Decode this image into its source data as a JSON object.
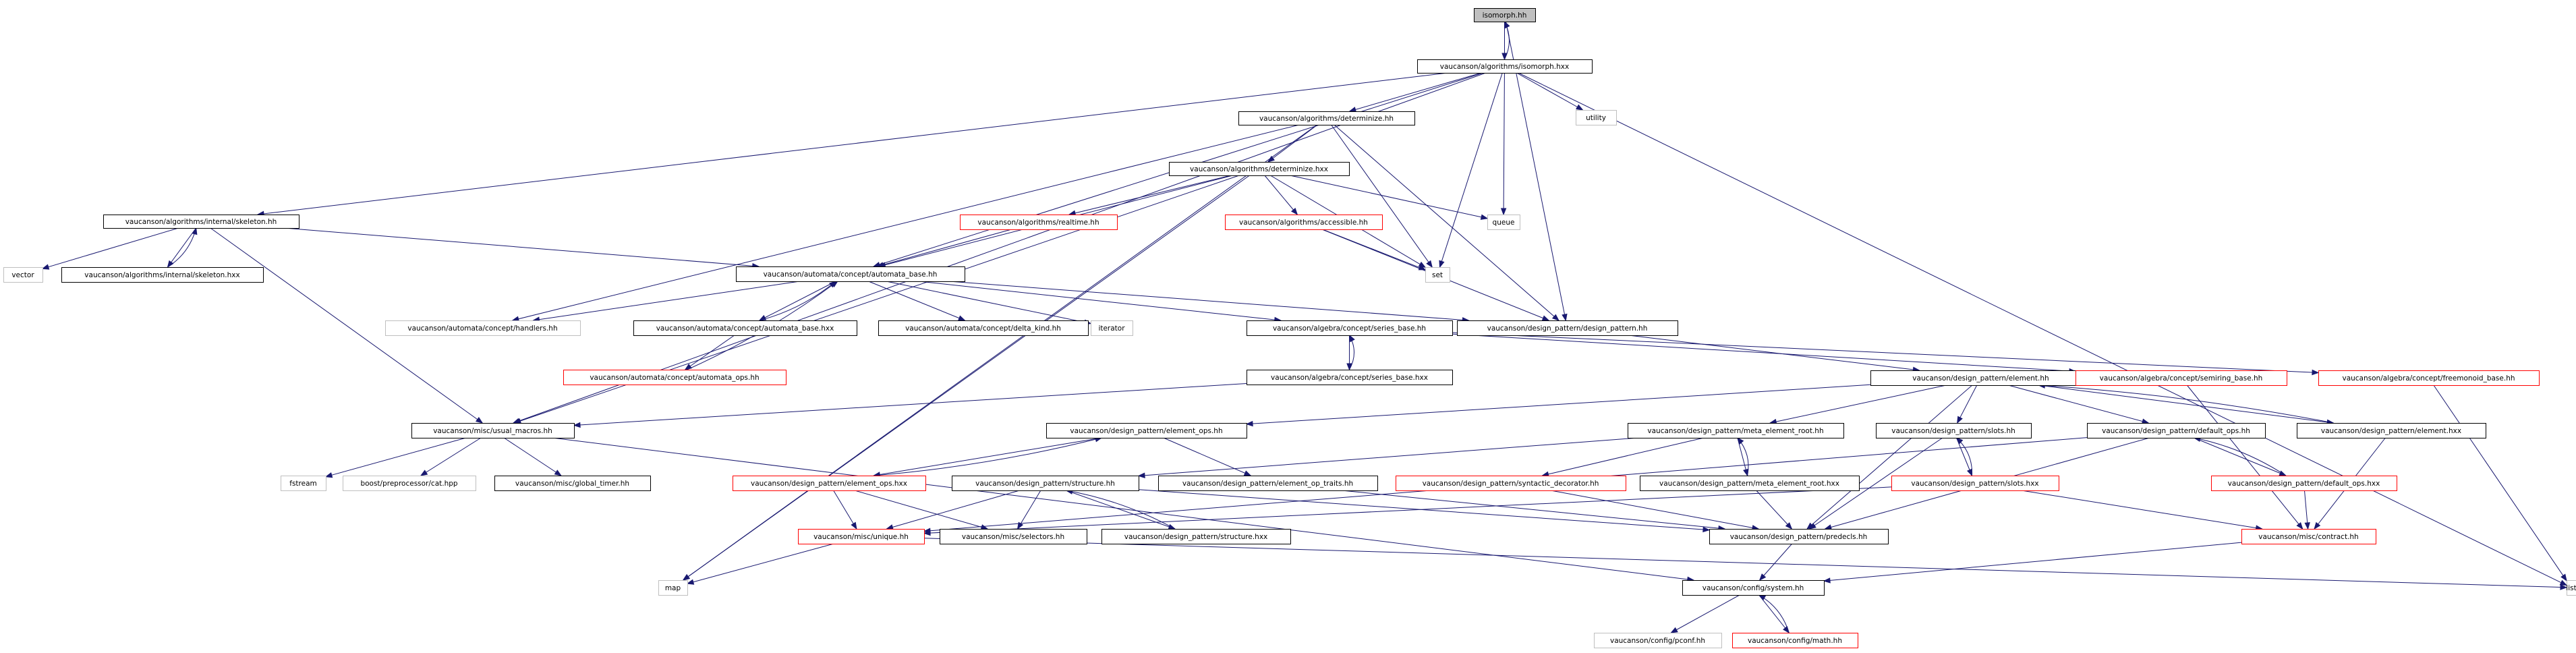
{
  "colors": {
    "edge": "#191970",
    "node_border": "#000000",
    "missing_border": "#bfbfbf",
    "error_border": "#ff0000",
    "root_fill": "#bfbfbf",
    "text": "#000000"
  },
  "nodes": [
    {
      "id": "n_isomorph_hh",
      "label": "isomorph.hh",
      "kind": "root"
    },
    {
      "id": "n_isomorph_hxx",
      "label": "vaucanson/algorithms/isomorph.hxx",
      "kind": "normal"
    },
    {
      "id": "n_utility",
      "label": "utility",
      "kind": "missing"
    },
    {
      "id": "n_determinize_hh",
      "label": "vaucanson/algorithms/determinize.hh",
      "kind": "normal"
    },
    {
      "id": "n_determinize_hxx",
      "label": "vaucanson/algorithms/determinize.hxx",
      "kind": "normal"
    },
    {
      "id": "n_queue",
      "label": "queue",
      "kind": "missing"
    },
    {
      "id": "n_realtime",
      "label": "vaucanson/algorithms/realtime.hh",
      "kind": "error"
    },
    {
      "id": "n_accessible",
      "label": "vaucanson/algorithms/accessible.hh",
      "kind": "error"
    },
    {
      "id": "n_set",
      "label": "set",
      "kind": "missing"
    },
    {
      "id": "n_skeleton_hh",
      "label": "vaucanson/algorithms/internal/skeleton.hh",
      "kind": "normal"
    },
    {
      "id": "n_skeleton_hxx",
      "label": "vaucanson/algorithms/internal/skeleton.hxx",
      "kind": "normal"
    },
    {
      "id": "n_vector",
      "label": "vector",
      "kind": "missing"
    },
    {
      "id": "n_automata_base_hh",
      "label": "vaucanson/automata/concept/automata_base.hh",
      "kind": "normal"
    },
    {
      "id": "n_handlers",
      "label": "vaucanson/automata/concept/handlers.hh",
      "kind": "missing"
    },
    {
      "id": "n_automata_base_hxx",
      "label": "vaucanson/automata/concept/automata_base.hxx",
      "kind": "normal"
    },
    {
      "id": "n_delta_kind",
      "label": "vaucanson/automata/concept/delta_kind.hh",
      "kind": "normal"
    },
    {
      "id": "n_iterator",
      "label": "iterator",
      "kind": "missing"
    },
    {
      "id": "n_automata_ops",
      "label": "vaucanson/automata/concept/automata_ops.hh",
      "kind": "error"
    },
    {
      "id": "n_series_base_hh",
      "label": "vaucanson/algebra/concept/series_base.hh",
      "kind": "normal"
    },
    {
      "id": "n_series_base_hxx",
      "label": "vaucanson/algebra/concept/series_base.hxx",
      "kind": "normal"
    },
    {
      "id": "n_design_pattern_hh",
      "label": "vaucanson/design_pattern/design_pattern.hh",
      "kind": "normal"
    },
    {
      "id": "n_element_hh",
      "label": "vaucanson/design_pattern/element.hh",
      "kind": "normal"
    },
    {
      "id": "n_semiring_base",
      "label": "vaucanson/algebra/concept/semiring_base.hh",
      "kind": "error"
    },
    {
      "id": "n_freemonoid_base",
      "label": "vaucanson/algebra/concept/freemonoid_base.hh",
      "kind": "error"
    },
    {
      "id": "n_usual_macros",
      "label": "vaucanson/misc/usual_macros.hh",
      "kind": "normal"
    },
    {
      "id": "n_fstream",
      "label": "fstream",
      "kind": "missing"
    },
    {
      "id": "n_boost_cat",
      "label": "boost/preprocessor/cat.hpp",
      "kind": "missing"
    },
    {
      "id": "n_global_timer",
      "label": "vaucanson/misc/global_timer.hh",
      "kind": "normal"
    },
    {
      "id": "n_element_ops_hh",
      "label": "vaucanson/design_pattern/element_ops.hh",
      "kind": "normal"
    },
    {
      "id": "n_element_ops_hxx",
      "label": "vaucanson/design_pattern/element_ops.hxx",
      "kind": "error"
    },
    {
      "id": "n_structure_hh",
      "label": "vaucanson/design_pattern/structure.hh",
      "kind": "normal"
    },
    {
      "id": "n_element_op_traits",
      "label": "vaucanson/design_pattern/element_op_traits.hh",
      "kind": "normal"
    },
    {
      "id": "n_unique_hh",
      "label": "vaucanson/misc/unique.hh",
      "kind": "error"
    },
    {
      "id": "n_selectors",
      "label": "vaucanson/misc/selectors.hh",
      "kind": "normal"
    },
    {
      "id": "n_structure_hxx",
      "label": "vaucanson/design_pattern/structure.hxx",
      "kind": "normal"
    },
    {
      "id": "n_map",
      "label": "map",
      "kind": "missing"
    },
    {
      "id": "n_meta_element_root_hh",
      "label": "vaucanson/design_pattern/meta_element_root.hh",
      "kind": "normal"
    },
    {
      "id": "n_syntactic_decorator",
      "label": "vaucanson/design_pattern/syntactic_decorator.hh",
      "kind": "error"
    },
    {
      "id": "n_meta_element_root_hxx",
      "label": "vaucanson/design_pattern/meta_element_root.hxx",
      "kind": "normal"
    },
    {
      "id": "n_slots_hh",
      "label": "vaucanson/design_pattern/slots.hh",
      "kind": "normal"
    },
    {
      "id": "n_slots_hxx",
      "label": "vaucanson/design_pattern/slots.hxx",
      "kind": "error"
    },
    {
      "id": "n_default_ops_hh",
      "label": "vaucanson/design_pattern/default_ops.hh",
      "kind": "normal"
    },
    {
      "id": "n_element_hxx",
      "label": "vaucanson/design_pattern/element.hxx",
      "kind": "normal"
    },
    {
      "id": "n_default_ops_hxx",
      "label": "vaucanson/design_pattern/default_ops.hxx",
      "kind": "error"
    },
    {
      "id": "n_contract",
      "label": "vaucanson/misc/contract.hh",
      "kind": "error"
    },
    {
      "id": "n_predecls",
      "label": "vaucanson/design_pattern/predecls.hh",
      "kind": "normal"
    },
    {
      "id": "n_system_hh",
      "label": "vaucanson/config/system.hh",
      "kind": "normal"
    },
    {
      "id": "n_pconf",
      "label": "vaucanson/config/pconf.hh",
      "kind": "missing"
    },
    {
      "id": "n_math",
      "label": "vaucanson/config/math.hh",
      "kind": "error"
    },
    {
      "id": "n_list",
      "label": "list",
      "kind": "missing"
    }
  ],
  "edges": [
    [
      "n_isomorph_hh",
      "n_isomorph_hxx"
    ],
    [
      "n_isomorph_hh",
      "n_design_pattern_hh"
    ],
    [
      "n_isomorph_hxx",
      "n_isomorph_hh"
    ],
    [
      "n_isomorph_hxx",
      "n_utility"
    ],
    [
      "n_isomorph_hxx",
      "n_determinize_hh"
    ],
    [
      "n_isomorph_hxx",
      "n_queue"
    ],
    [
      "n_isomorph_hxx",
      "n_set"
    ],
    [
      "n_isomorph_hxx",
      "n_skeleton_hh"
    ],
    [
      "n_isomorph_hxx",
      "n_automata_base_hh"
    ],
    [
      "n_isomorph_hxx",
      "n_usual_macros"
    ],
    [
      "n_isomorph_hxx",
      "n_list"
    ],
    [
      "n_determinize_hh",
      "n_determinize_hxx"
    ],
    [
      "n_determinize_hh",
      "n_handlers"
    ],
    [
      "n_determinize_hh",
      "n_design_pattern_hh"
    ],
    [
      "n_determinize_hh",
      "n_set"
    ],
    [
      "n_determinize_hh",
      "n_map"
    ],
    [
      "n_determinize_hxx",
      "n_queue"
    ],
    [
      "n_determinize_hxx",
      "n_set"
    ],
    [
      "n_determinize_hxx",
      "n_realtime"
    ],
    [
      "n_determinize_hxx",
      "n_accessible"
    ],
    [
      "n_determinize_hxx",
      "n_automata_base_hh"
    ],
    [
      "n_determinize_hxx",
      "n_usual_macros"
    ],
    [
      "n_determinize_hxx",
      "n_map"
    ],
    [
      "n_realtime",
      "n_automata_base_hh"
    ],
    [
      "n_accessible",
      "n_set"
    ],
    [
      "n_accessible",
      "n_design_pattern_hh"
    ],
    [
      "n_skeleton_hh",
      "n_vector"
    ],
    [
      "n_skeleton_hh",
      "n_skeleton_hxx"
    ],
    [
      "n_skeleton_hh",
      "n_automata_base_hh"
    ],
    [
      "n_skeleton_hh",
      "n_usual_macros"
    ],
    [
      "n_skeleton_hxx",
      "n_skeleton_hh"
    ],
    [
      "n_automata_base_hh",
      "n_handlers"
    ],
    [
      "n_automata_base_hh",
      "n_automata_base_hxx"
    ],
    [
      "n_automata_base_hh",
      "n_delta_kind"
    ],
    [
      "n_automata_base_hh",
      "n_iterator"
    ],
    [
      "n_automata_base_hh",
      "n_series_base_hh"
    ],
    [
      "n_automata_base_hh",
      "n_design_pattern_hh"
    ],
    [
      "n_automata_base_hxx",
      "n_automata_base_hh"
    ],
    [
      "n_automata_base_hxx",
      "n_automata_ops"
    ],
    [
      "n_automata_ops",
      "n_automata_base_hh"
    ],
    [
      "n_series_base_hh",
      "n_series_base_hxx"
    ],
    [
      "n_series_base_hh",
      "n_semiring_base"
    ],
    [
      "n_series_base_hh",
      "n_freemonoid_base"
    ],
    [
      "n_series_base_hxx",
      "n_series_base_hh"
    ],
    [
      "n_series_base_hxx",
      "n_usual_macros"
    ],
    [
      "n_design_pattern_hh",
      "n_element_hh"
    ],
    [
      "n_element_hh",
      "n_element_ops_hh"
    ],
    [
      "n_element_hh",
      "n_meta_element_root_hh"
    ],
    [
      "n_element_hh",
      "n_slots_hh"
    ],
    [
      "n_element_hh",
      "n_default_ops_hh"
    ],
    [
      "n_element_hh",
      "n_element_hxx"
    ],
    [
      "n_element_hh",
      "n_predecls"
    ],
    [
      "n_usual_macros",
      "n_fstream"
    ],
    [
      "n_usual_macros",
      "n_boost_cat"
    ],
    [
      "n_usual_macros",
      "n_global_timer"
    ],
    [
      "n_usual_macros",
      "n_system_hh"
    ],
    [
      "n_element_ops_hh",
      "n_element_ops_hxx"
    ],
    [
      "n_element_ops_hh",
      "n_element_op_traits"
    ],
    [
      "n_element_ops_hxx",
      "n_element_ops_hh"
    ],
    [
      "n_element_ops_hxx",
      "n_unique_hh"
    ],
    [
      "n_element_ops_hxx",
      "n_selectors"
    ],
    [
      "n_structure_hh",
      "n_unique_hh"
    ],
    [
      "n_structure_hh",
      "n_selectors"
    ],
    [
      "n_structure_hh",
      "n_structure_hxx"
    ],
    [
      "n_structure_hh",
      "n_predecls"
    ],
    [
      "n_structure_hxx",
      "n_structure_hh"
    ],
    [
      "n_element_op_traits",
      "n_predecls"
    ],
    [
      "n_unique_hh",
      "n_map"
    ],
    [
      "n_meta_element_root_hh",
      "n_structure_hh"
    ],
    [
      "n_meta_element_root_hh",
      "n_syntactic_decorator"
    ],
    [
      "n_meta_element_root_hh",
      "n_meta_element_root_hxx"
    ],
    [
      "n_meta_element_root_hxx",
      "n_meta_element_root_hh"
    ],
    [
      "n_meta_element_root_hxx",
      "n_predecls"
    ],
    [
      "n_syntactic_decorator",
      "n_predecls"
    ],
    [
      "n_slots_hh",
      "n_slots_hxx"
    ],
    [
      "n_slots_hh",
      "n_predecls"
    ],
    [
      "n_slots_hxx",
      "n_slots_hh"
    ],
    [
      "n_slots_hxx",
      "n_unique_hh"
    ],
    [
      "n_slots_hxx",
      "n_contract"
    ],
    [
      "n_default_ops_hh",
      "n_default_ops_hxx"
    ],
    [
      "n_default_ops_hh",
      "n_predecls"
    ],
    [
      "n_default_ops_hh",
      "n_unique_hh"
    ],
    [
      "n_default_ops_hxx",
      "n_default_ops_hh"
    ],
    [
      "n_default_ops_hxx",
      "n_contract"
    ],
    [
      "n_element_hxx",
      "n_element_hh"
    ],
    [
      "n_element_hxx",
      "n_contract"
    ],
    [
      "n_semiring_base",
      "n_contract"
    ],
    [
      "n_freemonoid_base",
      "n_list"
    ],
    [
      "n_contract",
      "n_system_hh"
    ],
    [
      "n_predecls",
      "n_system_hh"
    ],
    [
      "n_system_hh",
      "n_pconf"
    ],
    [
      "n_system_hh",
      "n_math"
    ],
    [
      "n_math",
      "n_system_hh"
    ],
    [
      "n_unique_hh",
      "n_list"
    ]
  ]
}
